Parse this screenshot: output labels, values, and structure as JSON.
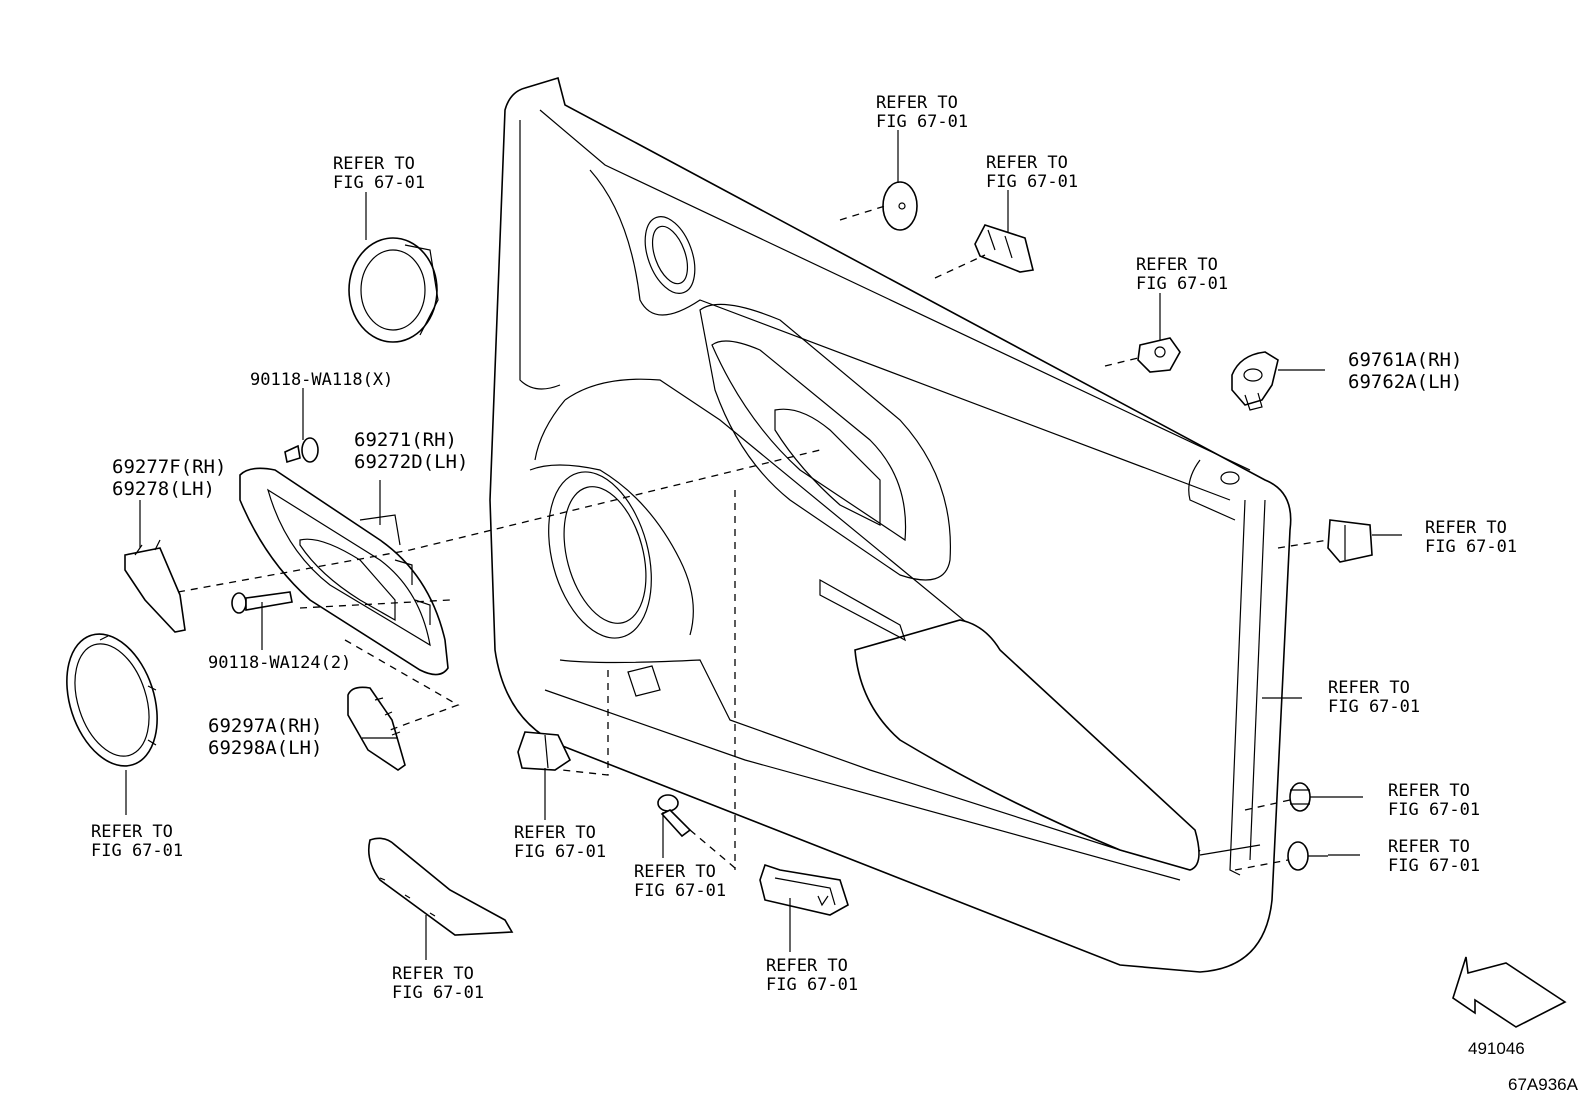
{
  "refer_text": {
    "line1": "REFER TO",
    "line2": "FIG 67-01"
  },
  "part_numbers": {
    "bolt_small": "90118-WA118(X)",
    "bolt_long": "90118-WA124(2)",
    "handle_rh": "69271(RH)",
    "handle_lh": "69272D(LH)",
    "bezel_rh": "69277F(RH)",
    "bezel_lh": "69278(LH)",
    "cover_rh": "69297A(RH)",
    "cover_lh": "69298A(LH)",
    "cap_rh": "69761A(RH)",
    "cap_lh": "69762A(LH)"
  },
  "codes": {
    "illustration": "491046",
    "figure": "67A936A"
  }
}
